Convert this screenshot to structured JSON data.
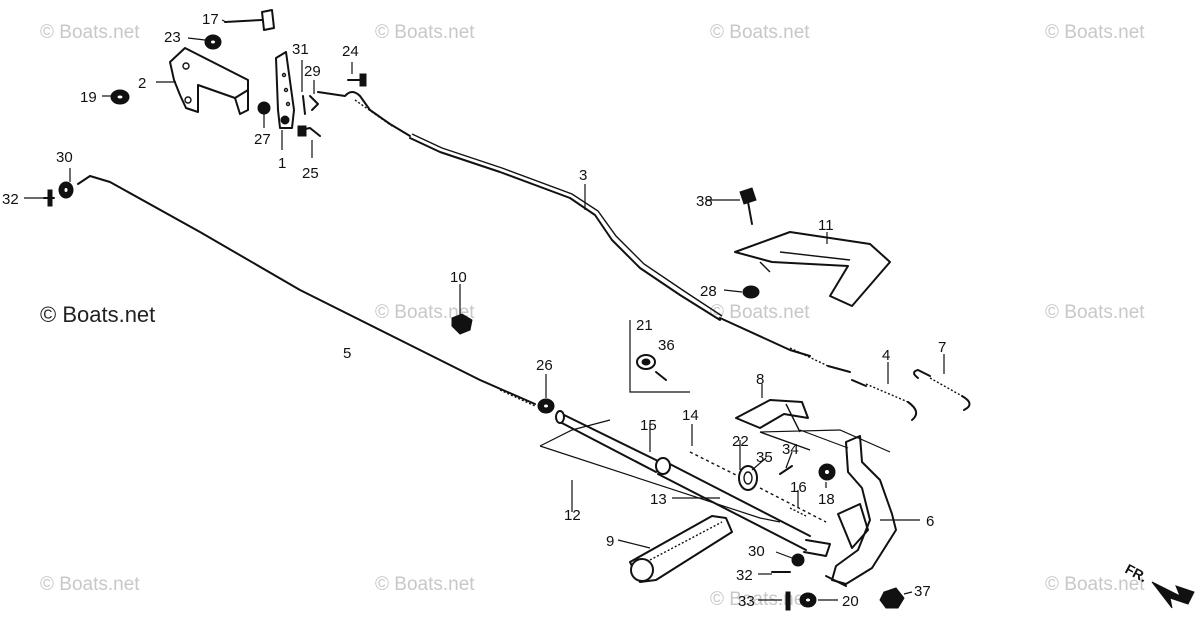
{
  "watermark": "© Boats.net",
  "callouts": [
    "1",
    "2",
    "3",
    "4",
    "5",
    "6",
    "7",
    "8",
    "9",
    "10",
    "11",
    "12",
    "13",
    "14",
    "15",
    "16",
    "17",
    "18",
    "19",
    "20",
    "21",
    "22",
    "23",
    "24",
    "25",
    "26",
    "27",
    "28",
    "29",
    "30",
    "31",
    "32",
    "33",
    "34",
    "35",
    "36",
    "37",
    "38"
  ],
  "second_callouts": {
    "30": "30",
    "32": "32"
  },
  "direction_label": "FR."
}
